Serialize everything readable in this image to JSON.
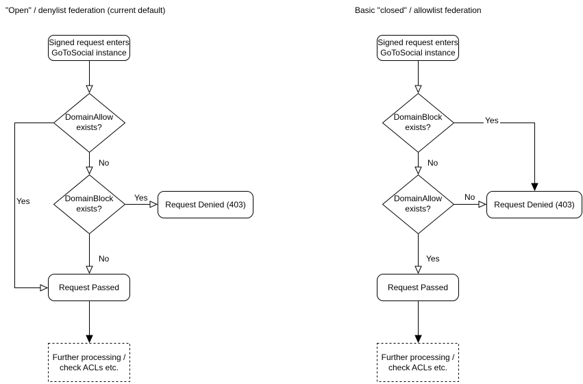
{
  "colors": {
    "background": "#ffffff",
    "stroke": "#000000",
    "text": "#000000",
    "node_fill": "#ffffff"
  },
  "diagrams": [
    {
      "title": "\"Open\" / denylist federation (current default)",
      "start": "Signed request enters\nGoToSocial instance",
      "decision1": "DomainAllow\nexists?",
      "decision1_side_label": "Yes",
      "decision1_down_label": "No",
      "decision2": "DomainBlock\nexists?",
      "decision2_side_label": "Yes",
      "decision2_down_label": "No",
      "denied": "Request Denied (403)",
      "passed": "Request Passed",
      "further": "Further processing /\ncheck ACLs etc."
    },
    {
      "title": "Basic \"closed\" / allowlist federation",
      "start": "Signed request enters\nGoToSocial instance",
      "decision1": "DomainBlock\nexists?",
      "decision1_side_label": "Yes",
      "decision1_down_label": "No",
      "decision2": "DomainAllow\nexists?",
      "decision2_side_label": "No",
      "decision2_down_label": "Yes",
      "denied": "Request Denied (403)",
      "passed": "Request Passed",
      "further": "Further processing /\ncheck ACLs etc."
    }
  ]
}
